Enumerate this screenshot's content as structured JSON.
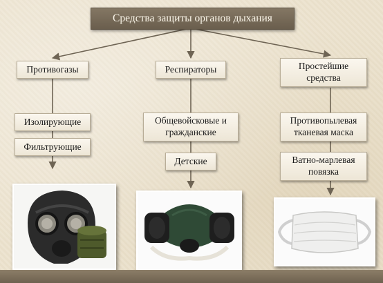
{
  "root": {
    "label": "Средства защиты органов дыхания"
  },
  "columns": [
    {
      "label": "Противогазы",
      "children": [
        "Изолирующие",
        "Фильтрующие"
      ]
    },
    {
      "label": "Респираторы",
      "children": [
        "Общевойсковые и гражданские",
        "Детские"
      ]
    },
    {
      "label": "Простейшие средства",
      "children": [
        "Противопылевая тканевая маска",
        "Ватно-марлевая повязка"
      ]
    }
  ],
  "images": [
    "gas-mask-photo",
    "respirator-photo",
    "gauze-bandage-photo"
  ],
  "colors": {
    "title_bg": "#766a58",
    "box_bg": "#f5f0e4",
    "line": "#6e6454",
    "bottom_bar": "#7d705c"
  }
}
